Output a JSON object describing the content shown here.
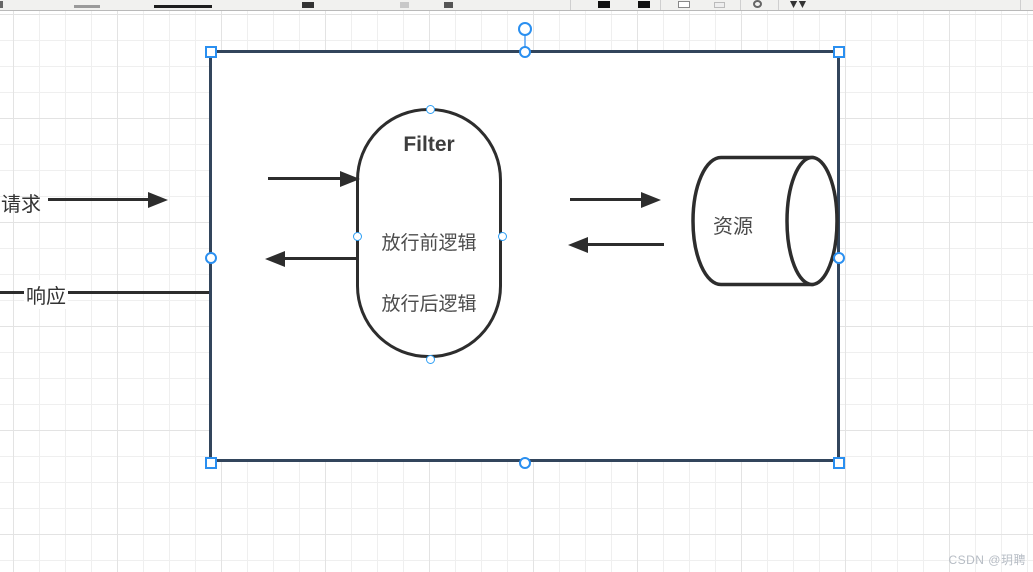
{
  "toolbar": {
    "icons": [
      {
        "name": "toolbar-edge-fragment"
      },
      {
        "name": "toolbar-fill-fragment"
      },
      {
        "name": "toolbar-text-fragment"
      },
      {
        "name": "toolbar-color-fragment"
      },
      {
        "name": "toolbar-glyph-fragment"
      },
      {
        "name": "toolbar-square-fragment-1"
      },
      {
        "name": "toolbar-square-fragment-2"
      },
      {
        "name": "toolbar-outline-fragment-1"
      },
      {
        "name": "toolbar-outline-fragment-2"
      },
      {
        "name": "toolbar-circle-fragment"
      },
      {
        "name": "toolbar-double-arrow-fragment"
      }
    ]
  },
  "diagram": {
    "request_label": "请求",
    "response_label": "响应",
    "filter": {
      "title": "Filter",
      "line1": "放行前逻辑",
      "line2": "放行后逻辑"
    },
    "resource_label": "资源"
  },
  "colors": {
    "selection_handle": "#2a8ff0",
    "connection_point": "#2e9ff5",
    "container_stroke": "#32455c",
    "shape_stroke": "#2d2d2d",
    "grid_line": "#efefef",
    "toolbar_bg": "#f1f1ef",
    "watermark": "#b6bcc4"
  },
  "watermark": "CSDN @玥聘"
}
